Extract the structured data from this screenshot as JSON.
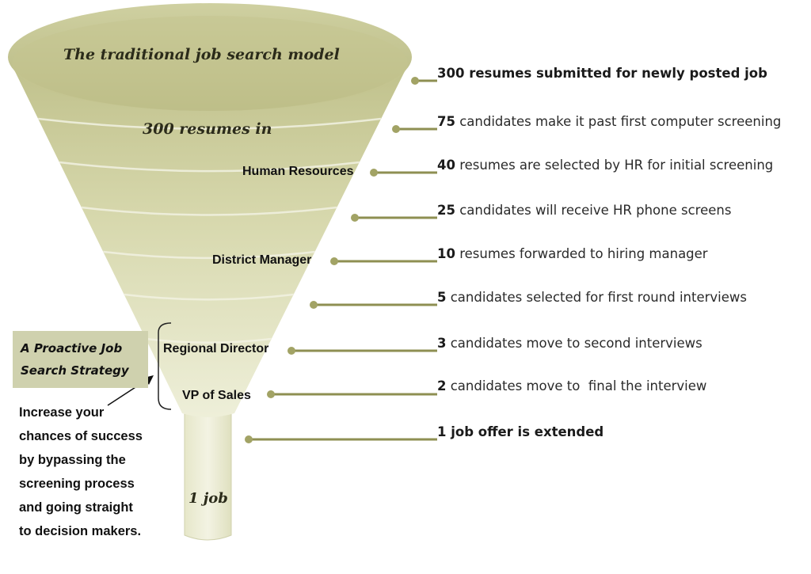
{
  "title": "The traditional job search model",
  "funnel": {
    "top_label": "300 resumes in",
    "bottom_label": "1 job",
    "stages": [
      {
        "label": "Human Resources"
      },
      {
        "label": "District Manager"
      },
      {
        "label": "Regional Director"
      },
      {
        "label": "VP of Sales"
      }
    ]
  },
  "steps": [
    {
      "number": "300",
      "text": " resumes submitted for newly posted job",
      "bold_all": true
    },
    {
      "number": "75",
      "text": " candidates make it past first computer screening",
      "bold_all": false
    },
    {
      "number": "40",
      "text": " resumes are selected by HR for initial screening",
      "bold_all": false
    },
    {
      "number": "25",
      "text": " candidates will receive HR phone screens",
      "bold_all": false
    },
    {
      "number": "10",
      "text": " resumes forwarded to hiring manager",
      "bold_all": false
    },
    {
      "number": "5",
      "text": " candidates selected for first round interviews",
      "bold_all": false
    },
    {
      "number": "3",
      "text": " candidates move to second interviews",
      "bold_all": false
    },
    {
      "number": "2",
      "text": " candidates move to  final the interview",
      "bold_all": false
    },
    {
      "number": "1",
      "text": " job offer is extended",
      "bold_all": true
    }
  ],
  "proactive": {
    "line1": "A Proactive Job",
    "line2": "Search Strategy"
  },
  "advice": {
    "lines": [
      "Increase your",
      "chances of success",
      "by bypassing the",
      "screening process",
      "and going straight",
      "to decision makers."
    ]
  },
  "colors": {
    "funnel_top": "#c2c38e",
    "funnel_bottom": "#eeefd8",
    "line": "#8e8f52",
    "dot": "#a2a365"
  }
}
